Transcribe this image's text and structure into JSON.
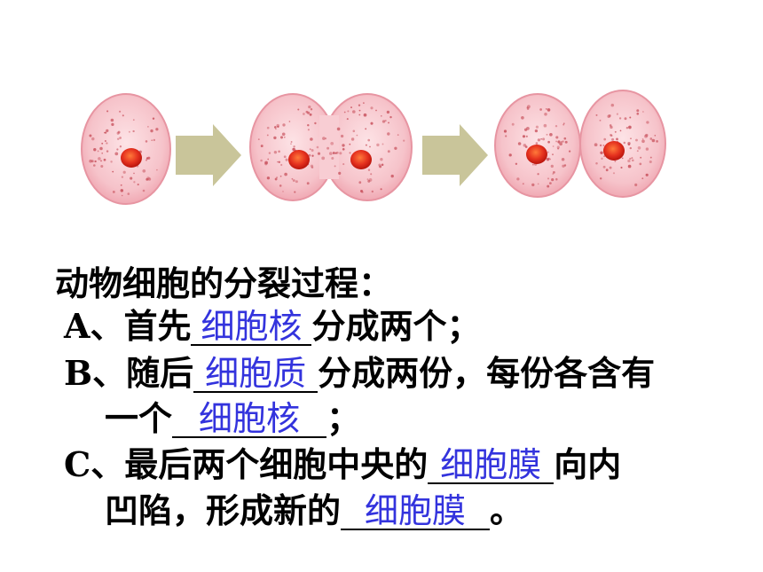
{
  "title": "动物细胞的分裂过程：",
  "colors": {
    "cell_fill": "#f6bfc6",
    "cell_edge": "#e89aa6",
    "nucleus": "#e0301e",
    "dots": "#c9545f",
    "arrow": "#c9c59a",
    "answer": "#3333dd"
  },
  "steps": [
    {
      "prefix": "A、首先",
      "answer": "细胞核",
      "suffix": "分成两个；"
    },
    {
      "prefix": "B、随后",
      "answer": "细胞质",
      "suffix": "分成两份，每份各含有"
    },
    {
      "prefix": "一个",
      "answer": "细胞核",
      "suffix": "；"
    },
    {
      "prefix": "C、最后两个细胞中央的",
      "answer": "细胞膜",
      "suffix": "向内"
    },
    {
      "prefix": "凹陷，形成新的",
      "answer": "细胞膜",
      "suffix": "。"
    }
  ]
}
